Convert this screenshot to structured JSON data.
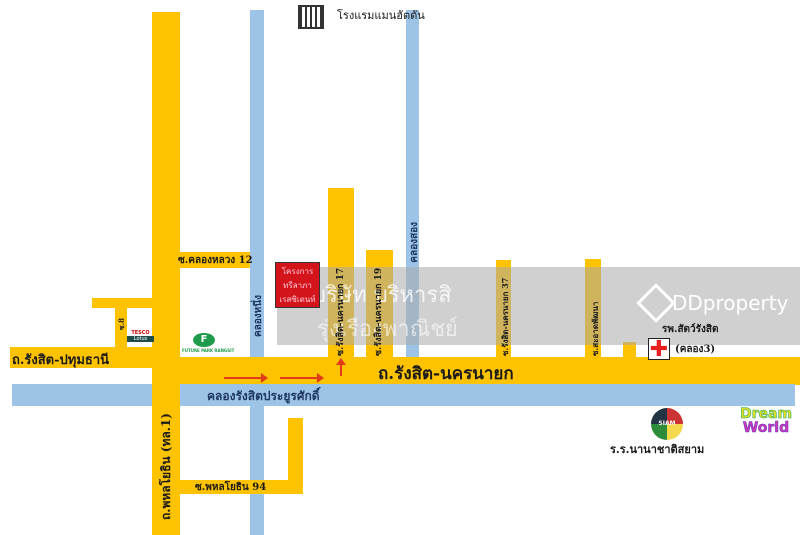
{
  "roads": {
    "main_road": "ถ.รังสิต-นครนายก",
    "west_road": "ถ.รังสิต-ปทุมธานี",
    "phahon": "ถ.พหลโยธิน (ทล.1)",
    "soi_khlongluang12": "ซ.คลองหลวง 12",
    "soi_phahon94": "ซ.พหลโยธิน 94",
    "soi8": "ซ.8",
    "soi17": "ซ.รังสิต-นครนายก 17",
    "soi19": "ซ.รังสิต-นครนายก 19",
    "soi37": "ซ.รังสิต-นครนายก 37",
    "soi_saat": "ซ.สะอาดพัฒนา"
  },
  "canals": {
    "khlong1": "คลองหนึ่ง",
    "khlong2": "คลองสอง",
    "khlong_rangsit": "คลองรังสิตประยูรศักดิ์"
  },
  "landmarks": {
    "hotel": "โรงแรมแมนฮัตตัน",
    "project": "โครงการ ทรีลาภา เรสซิเดนท์",
    "tesco_1": "TESCO",
    "tesco_2": "Lotus",
    "future_park": "FUTURE PARK RANGSIT",
    "hospital": "รพ.สัตว์รังสิต",
    "hospital_sub": "(คลอง3)",
    "school": "ร.ร.นานาชาติสยาม",
    "school_logo": "SIAM",
    "dreamworld_1": "Dream",
    "dreamworld_2": "World"
  },
  "watermark": {
    "line1": "บริษัท บริหารสิ",
    "line2": "รุ่งเรืองพาณิชย์",
    "brand": "DDproperty"
  },
  "colors": {
    "road": "#fdc200",
    "canal": "#9dc3e6",
    "project": "#d3151b"
  }
}
